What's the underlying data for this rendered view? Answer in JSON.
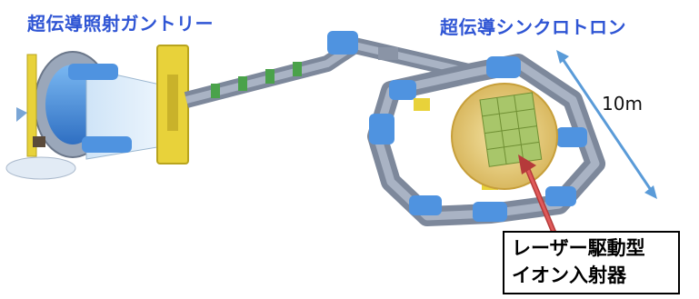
{
  "labels": {
    "gantry_title": "超伝導照射ガントリー",
    "synchrotron_title": "超伝導シンクロトロン",
    "dimension": "10m",
    "injector_line1": "レーザー駆動型",
    "injector_line2": "イオン入射器"
  },
  "colors": {
    "title_blue": "#2f55d4",
    "magnet_blue": "#3b8be0",
    "frame_gray": "#8a94a6",
    "yellow_flange": "#e8d23a",
    "arrow_blue": "#5a9bd8",
    "injector_arrow": "#e05a5a"
  }
}
